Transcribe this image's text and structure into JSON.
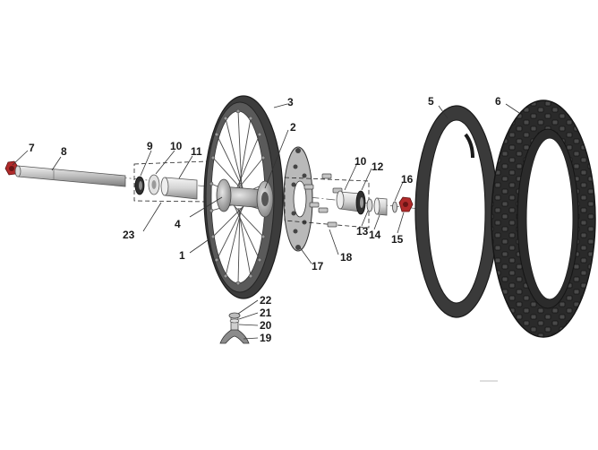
{
  "callouts": [
    "1",
    "2",
    "3",
    "4",
    "5",
    "6",
    "7",
    "8",
    "9",
    "10",
    "11",
    "12",
    "10",
    "13",
    "14",
    "15",
    "16",
    "17",
    "18",
    "19",
    "20",
    "21",
    "22",
    "23"
  ],
  "colors": {
    "tire": "#2e2e2e",
    "tube": "#3b3b3b",
    "rim": "#4a4a4a",
    "metal": "#c9c9c9",
    "nut": "#b02a2a",
    "line": "#222222"
  }
}
